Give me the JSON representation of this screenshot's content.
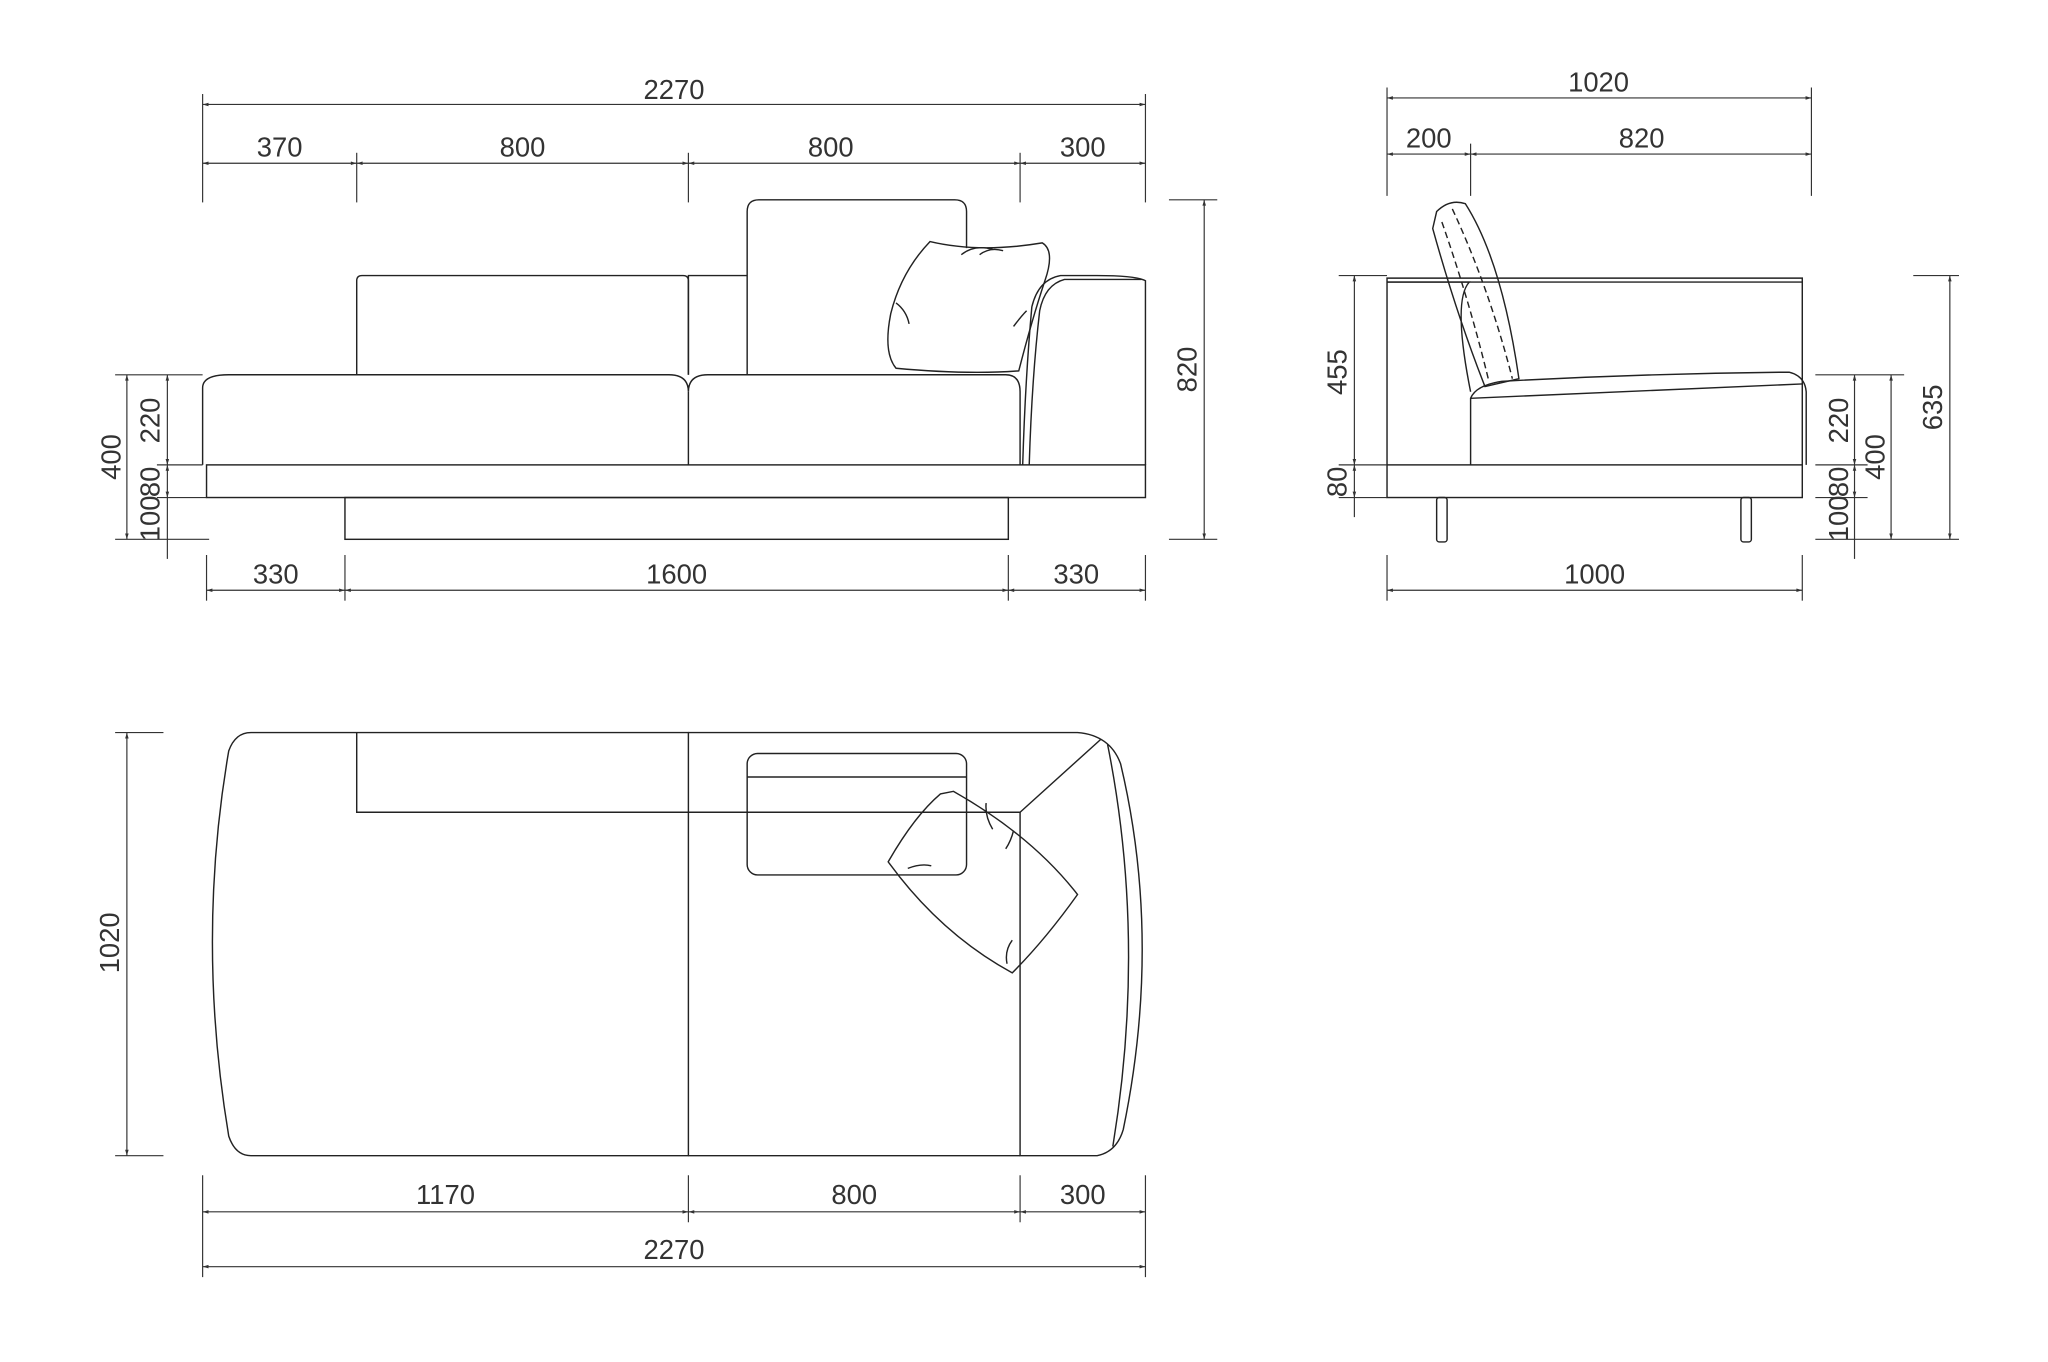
{
  "front_view": {
    "overall_width": "2270",
    "segments_top": [
      "370",
      "800",
      "800",
      "300"
    ],
    "segments_bottom": [
      "330",
      "1600",
      "330"
    ],
    "height_total": "820",
    "seat_total": "400",
    "seat_cushion": "220",
    "base": "80",
    "plinth": "100"
  },
  "side_view": {
    "overall_depth": "1020",
    "segments_top": [
      "200",
      "820"
    ],
    "bottom_depth": "1000",
    "arm_height": "455",
    "base_left": "80",
    "seat_cushion": "220",
    "base_right": "80",
    "leg": "100",
    "seat_total": "400",
    "arm_total": "635"
  },
  "top_view": {
    "depth": "1020",
    "segments": [
      "1170",
      "800",
      "300"
    ],
    "overall_width": "2270"
  },
  "colors": {
    "line": "#222222",
    "background": "#ffffff"
  }
}
